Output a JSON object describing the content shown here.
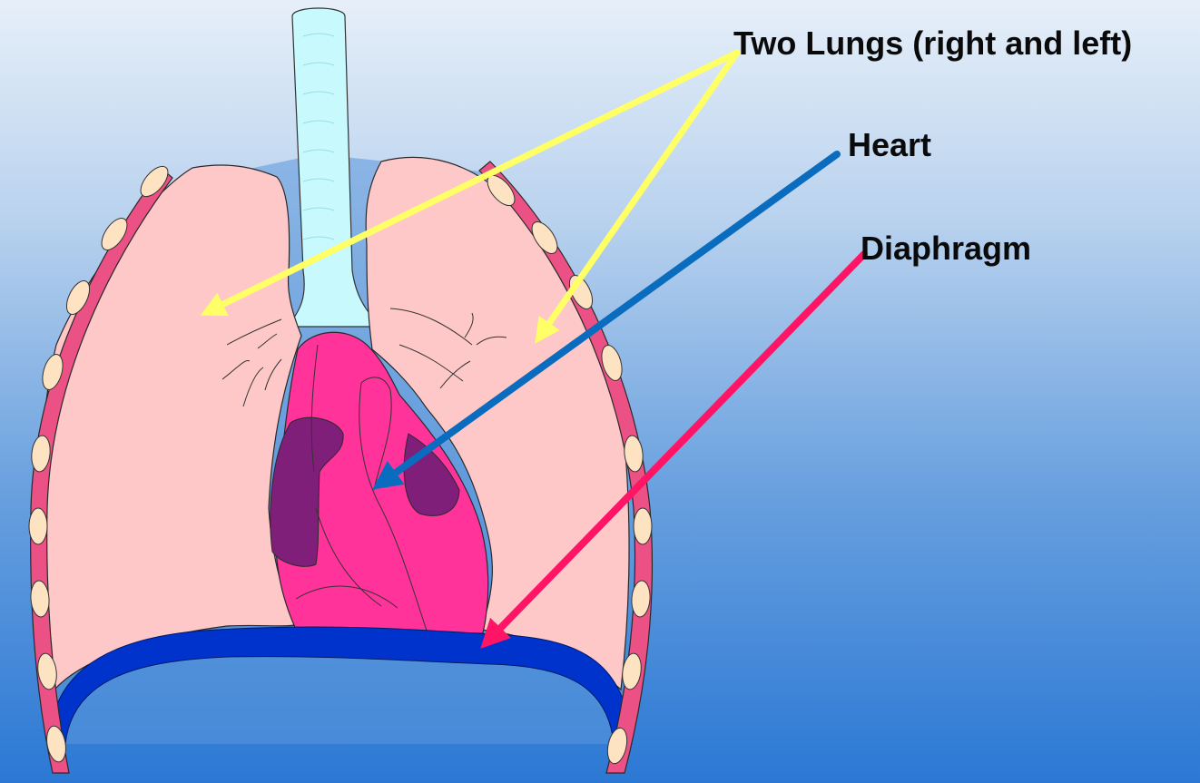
{
  "labels": {
    "lungs": "Two Lungs (right and left)",
    "heart": "Heart",
    "diaphragm": "Diaphragm"
  },
  "colors": {
    "background_top": "#e6eff9",
    "background_bottom": "#2b78d4",
    "lung_fill": "#ffc8c8",
    "trachea_fill": "#c8fafd",
    "heart_fill": "#ff3399",
    "heart_chamber_fill": "#7f1f7a",
    "diaphragm_fill": "#0033cc",
    "rib_wall_fill": "#ec5186",
    "rib_bone_fill": "#fde3c2",
    "lungs_arrow": "#ffff66",
    "heart_arrow": "#0a6cbf",
    "diaphragm_arrow": "#ff1466"
  }
}
